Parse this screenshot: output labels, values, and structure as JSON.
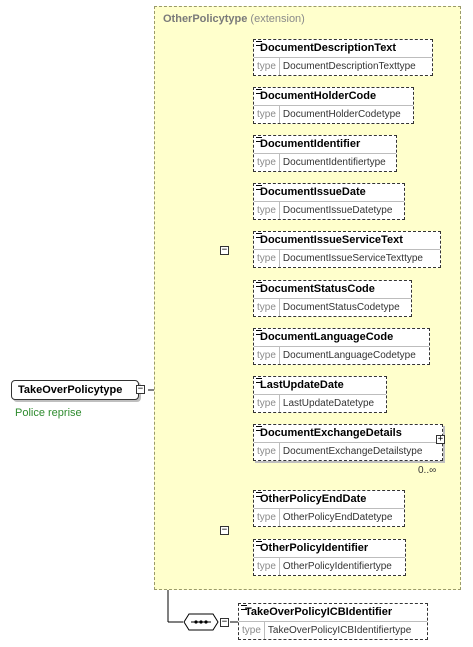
{
  "extension": {
    "name": "OtherPolicytype",
    "label": "(extension)"
  },
  "root": {
    "name": "TakeOverPolicytype",
    "documentation": "Police reprise"
  },
  "type_key": "type",
  "elements": [
    {
      "name": "DocumentDescriptionText",
      "type": "DocumentDescriptionTexttype"
    },
    {
      "name": "DocumentHolderCode",
      "type": "DocumentHolderCodetype"
    },
    {
      "name": "DocumentIdentifier",
      "type": "DocumentIdentifiertype"
    },
    {
      "name": "DocumentIssueDate",
      "type": "DocumentIssueDatetype"
    },
    {
      "name": "DocumentIssueServiceText",
      "type": "DocumentIssueServiceTexttype"
    },
    {
      "name": "DocumentStatusCode",
      "type": "DocumentStatusCodetype"
    },
    {
      "name": "DocumentLanguageCode",
      "type": "DocumentLanguageCodetype"
    },
    {
      "name": "LastUpdateDate",
      "type": "LastUpdateDatetype"
    },
    {
      "name": "DocumentExchangeDetails",
      "type": "DocumentExchangeDetailstype",
      "cardinality": "0..∞"
    },
    {
      "name": "OtherPolicyEndDate",
      "type": "OtherPolicyEndDatetype"
    },
    {
      "name": "OtherPolicyIdentifier",
      "type": "OtherPolicyIdentifiertype"
    },
    {
      "name": "TakeOverPolicyICBIdentifier",
      "type": "TakeOverPolicyICBIdentifiertype"
    }
  ],
  "toggle_minus": "−",
  "toggle_plus": "+"
}
